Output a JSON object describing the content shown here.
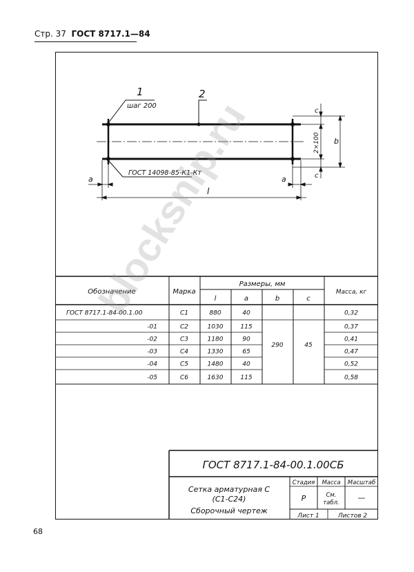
{
  "header": {
    "page": "Стр. 37",
    "doc": "ГОСТ 8717.1—84"
  },
  "page_number": "68",
  "watermark": "blocksnip.ru",
  "drawing": {
    "leader1": "1",
    "leader2": "2",
    "step_note": "шаг 200",
    "weld_note": "ГОСТ 14098-85-К1-Кт",
    "dim_c_top": "c",
    "dim_c_bottom": "c",
    "dim_mid": "2×100",
    "dim_b": "b",
    "dim_a_left": "a",
    "dim_a_right": "a",
    "dim_l": "l"
  },
  "table": {
    "h_designation": "Обозначение",
    "h_mark": "Марка",
    "h_sizes": "Размеры, мм",
    "h_l": "l",
    "h_a": "a",
    "h_b": "b",
    "h_c": "c",
    "h_mass": "Масса, кг",
    "b_value": "290",
    "c_value": "45",
    "rows": [
      {
        "designation": "ГОСТ 8717.1-84-00.1.00",
        "mark": "С1",
        "l": "880",
        "a": "40",
        "mass": "0,32"
      },
      {
        "designation": "-01",
        "mark": "С2",
        "l": "1030",
        "a": "115",
        "mass": "0,37"
      },
      {
        "designation": "-02",
        "mark": "С3",
        "l": "1180",
        "a": "90",
        "mass": "0,41"
      },
      {
        "designation": "-03",
        "mark": "С4",
        "l": "1330",
        "a": "65",
        "mass": "0,47"
      },
      {
        "designation": "-04",
        "mark": "С5",
        "l": "1480",
        "a": "40",
        "mass": "0,52"
      },
      {
        "designation": "-05",
        "mark": "С6",
        "l": "1630",
        "a": "115",
        "mass": "0,58"
      }
    ]
  },
  "title_block": {
    "code": "ГОСТ 8717.1-84-00.1.00СБ",
    "name_line1": "Сетка арматурная С",
    "name_line2": "(С1-С24)",
    "name_line3": "Сборочный чертеж",
    "h_stage": "Стадия",
    "h_mass": "Масса",
    "h_scale": "Масштаб",
    "stage": "Р",
    "mass_line1": "См.",
    "mass_line2": "табл.",
    "scale": "—",
    "sheet": "Лист 1",
    "sheets": "Листов 2"
  }
}
